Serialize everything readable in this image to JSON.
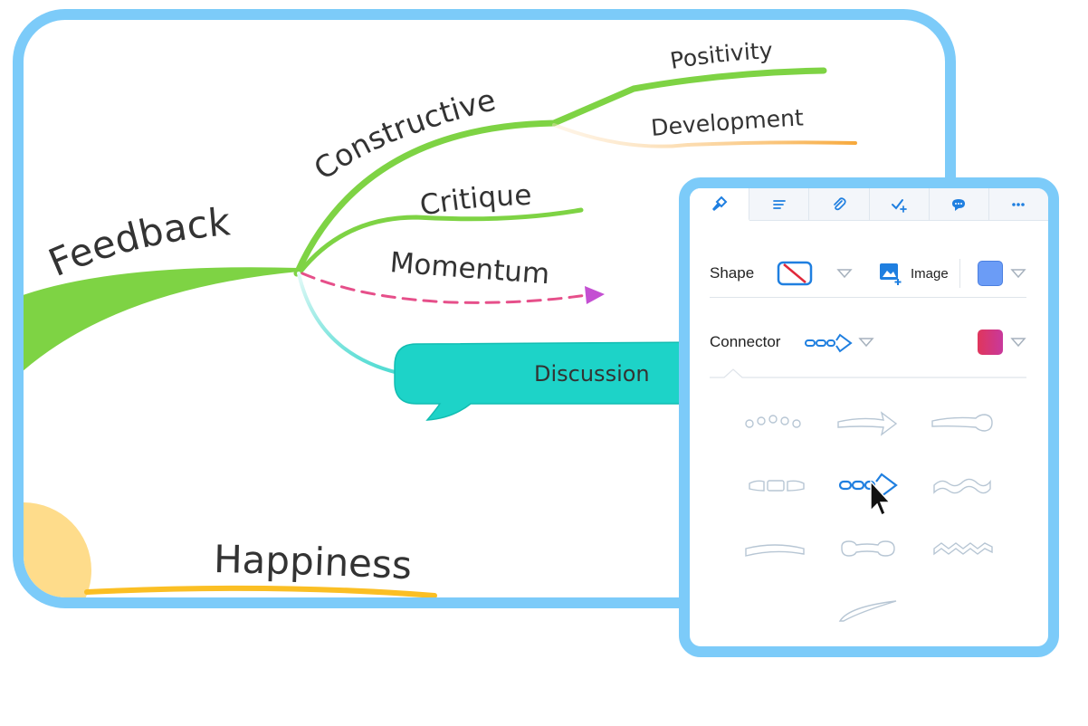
{
  "mindmap": {
    "central_topic": "Feedback",
    "branches": {
      "constructive": "Constructive",
      "positivity": "Positivity",
      "development": "Development",
      "critique": "Critique",
      "momentum": "Momentum",
      "discussion": "Discussion",
      "happiness": "Happiness"
    }
  },
  "panel": {
    "tabs": [
      "format-tab",
      "text-tab",
      "attachment-tab",
      "task-tab",
      "comment-tab",
      "more-tab"
    ],
    "shape_label": "Shape",
    "image_label": "Image",
    "connector_label": "Connector",
    "colors": {
      "fill": "#6b9cf6",
      "connector": "#d8366b",
      "accent": "#1f7fe0",
      "branch_green": "#7ed344",
      "branch_orange": "#f7a93c",
      "discussion_teal": "#1dd3c8"
    }
  }
}
